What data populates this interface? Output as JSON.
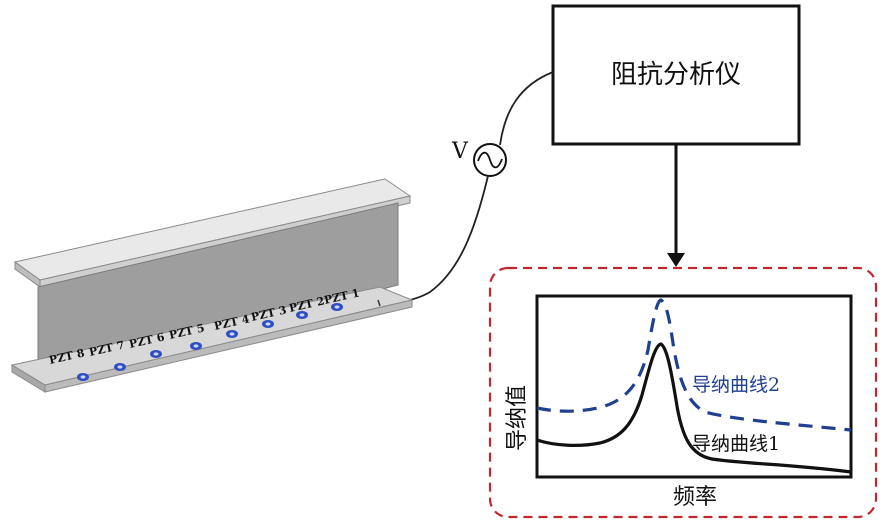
{
  "analyzer": {
    "label": "阻抗分析仪"
  },
  "source": {
    "label": "V"
  },
  "beam": {
    "sensors": [
      "PZT 8",
      "PZT 7",
      "PZT 6",
      "PZT 5",
      "PZT 4",
      "PZT 3",
      "PZT 2",
      "PZT 1"
    ]
  },
  "chart_data": {
    "type": "line",
    "xlabel": "频率",
    "ylabel": "导纳值",
    "series": [
      {
        "name": "导纳曲线2",
        "style": "dashed",
        "color": "#1f3f8f"
      },
      {
        "name": "导纳曲线1",
        "style": "solid",
        "color": "#111111"
      }
    ]
  },
  "colors": {
    "frame_border": "#c0282d",
    "curve2": "#1f3f8f",
    "curve1": "#111111",
    "beam": "#9a9a9a",
    "sensor": "#2f4fc0"
  }
}
